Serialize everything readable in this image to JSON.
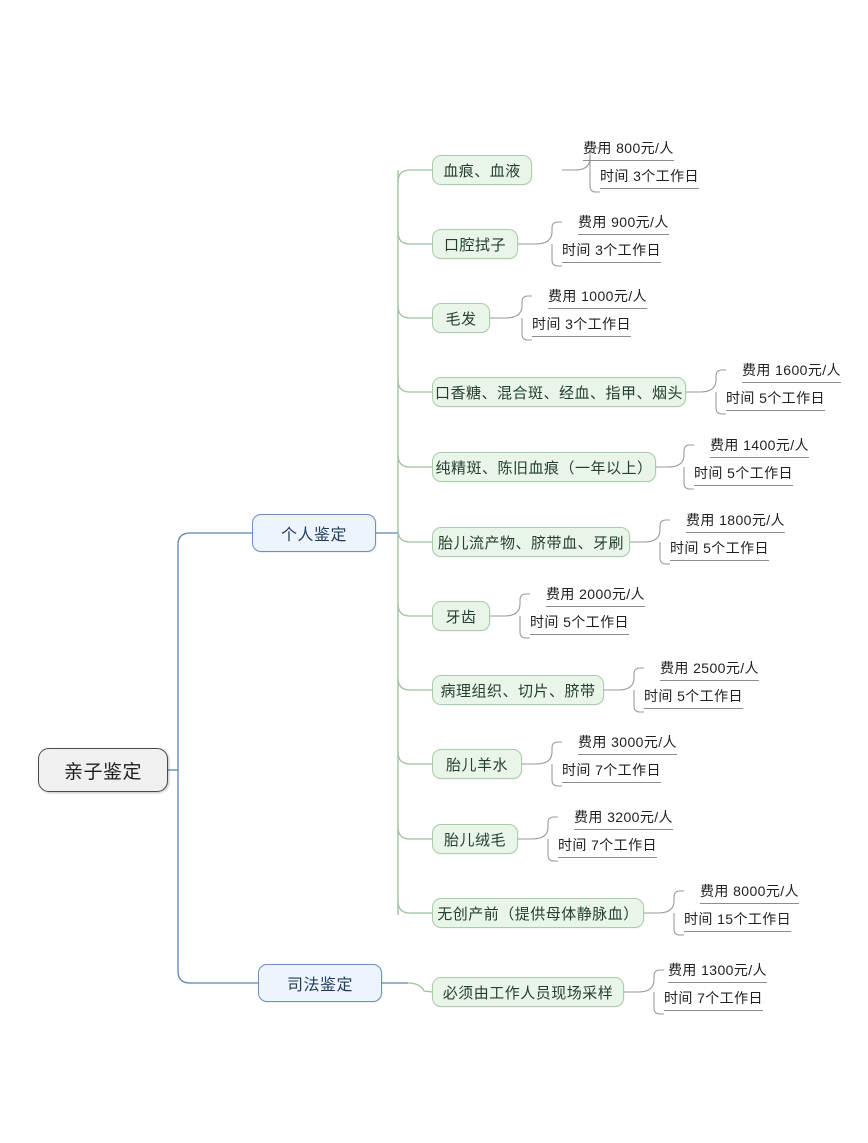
{
  "diagram": {
    "type": "mindmap",
    "title": "亲子鉴定",
    "root": {
      "label": "亲子鉴定"
    },
    "branches": [
      {
        "id": "personal",
        "label": "个人鉴定"
      },
      {
        "id": "judicial",
        "label": "司法鉴定"
      }
    ],
    "fee_prefix": "费用",
    "time_prefix": "时间",
    "colors": {
      "root_fill": "#f0f0f0",
      "root_border": "#4a4a4a",
      "branch_fill": "#eef4fb",
      "branch_border": "#6a92bd",
      "leaf_fill": "#eaf5ea",
      "leaf_border": "#a9cdab",
      "wire_blue": "#5b84b1",
      "wire_green": "#9cc49e",
      "wire_gray": "#9a9a9a",
      "underline": "#8c8c8c"
    },
    "items": [
      {
        "branch": "personal",
        "label": "血痕、血液",
        "fee": "费用  800元/人",
        "time": "时间  3个工作日"
      },
      {
        "branch": "personal",
        "label": "口腔拭子",
        "fee": "费用 900元/人",
        "time": "时间  3个工作日"
      },
      {
        "branch": "personal",
        "label": "毛发",
        "fee": "费用  1000元/人",
        "time": "时间  3个工作日"
      },
      {
        "branch": "personal",
        "label": "口香糖、混合斑、经血、指甲、烟头",
        "fee": "费用  1600元/人",
        "time": "时间  5个工作日"
      },
      {
        "branch": "personal",
        "label": "纯精斑、陈旧血痕（一年以上）",
        "fee": "费用  1400元/人",
        "time": "时间  5个工作日"
      },
      {
        "branch": "personal",
        "label": "胎儿流产物、脐带血、牙刷",
        "fee": "费用  1800元/人",
        "time": "时间  5个工作日"
      },
      {
        "branch": "personal",
        "label": "牙齿",
        "fee": "费用  2000元/人",
        "time": "时间  5个工作日"
      },
      {
        "branch": "personal",
        "label": "病理组织、切片、脐带",
        "fee": "费用  2500元/人",
        "time": "时间  5个工作日"
      },
      {
        "branch": "personal",
        "label": "胎儿羊水",
        "fee": "费用  3000元/人",
        "time": "时间  7个工作日"
      },
      {
        "branch": "personal",
        "label": "胎儿绒毛",
        "fee": "费用  3200元/人",
        "time": "时间  7个工作日"
      },
      {
        "branch": "personal",
        "label": "无创产前（提供母体静脉血）",
        "fee": "费用  8000元/人",
        "time": "时间  15个工作日"
      },
      {
        "branch": "judicial",
        "label": "必须由工作人员现场采样",
        "fee": "费用  1300元/人",
        "time": "时间  7个工作日"
      }
    ]
  }
}
